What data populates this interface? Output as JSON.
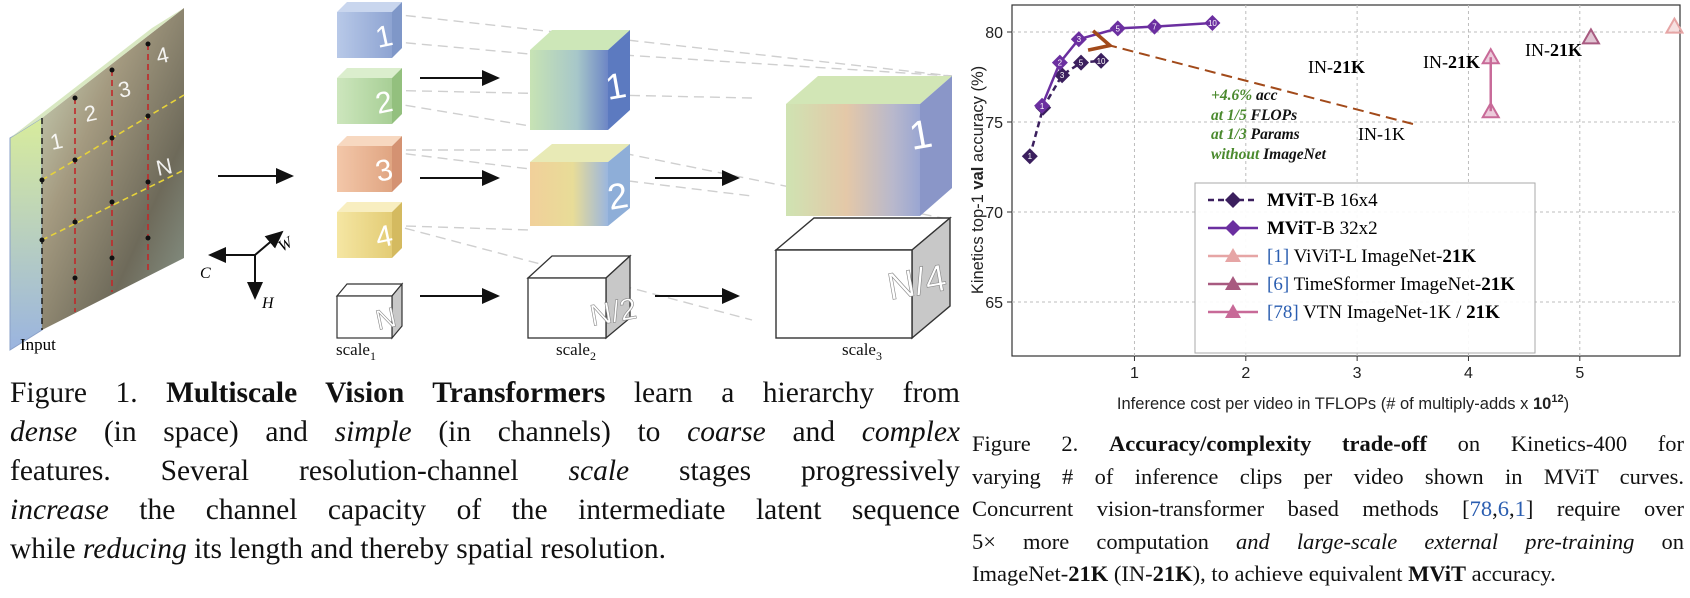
{
  "figure1": {
    "labels": {
      "input": "Input",
      "scale1": "scale",
      "scale2": "scale",
      "scale3": "scale",
      "sub1": "1",
      "sub2": "2",
      "sub3": "3",
      "axis_c": "C",
      "axis_w": "W",
      "axis_h": "H"
    },
    "input_patches": [
      "1",
      "2",
      "3",
      "4",
      "N"
    ],
    "stage1_tokens": [
      "1",
      "2",
      "3",
      "4",
      "N"
    ],
    "stage2_tokens": [
      "1",
      "2",
      "N/2"
    ],
    "stage3_tokens": [
      "1",
      "N/4"
    ],
    "caption": {
      "prefix": "Figure 1. ",
      "bold": "Multiscale Vision Transformers",
      "l1_rest": " learn a hierarchy from",
      "l2_a": "dense",
      "l2_b": " (in space) and ",
      "l2_c": "simple",
      "l2_d": " (in channels) to ",
      "l2_e": "coarse",
      "l2_f": " and ",
      "l2_g": "complex",
      "l3_a": "features.  Several resolution-channel ",
      "l3_b": "scale",
      "l3_c": " stages progressively",
      "l4_a": "increase",
      "l4_b": " the channel capacity of the intermediate latent sequence",
      "l5_a": "while ",
      "l5_b": "reducing",
      "l5_c": " its length and thereby spatial resolution."
    }
  },
  "figure2": {
    "chart_data": {
      "type": "scatter",
      "xlabel_prefix": "Inference cost per video in TFLOPs (# of multiply-adds x ",
      "xlabel_bold": "10",
      "xlabel_sup": "12",
      "xlabel_suffix": ")",
      "ylabel_a": "Kinetics top-1 ",
      "ylabel_b": "val",
      "ylabel_c": " accuracy (%)",
      "xlim": [
        -0.1,
        5.9
      ],
      "ylim": [
        62,
        81.5
      ],
      "xticks": [
        "1",
        "2",
        "3",
        "4",
        "5"
      ],
      "yticks": [
        "65",
        "70",
        "75",
        "80"
      ],
      "grid": true,
      "series": [
        {
          "name": "MViT-B 16x4",
          "color": "#3b1f5e",
          "dashed": true,
          "x": [
            0.06,
            0.18,
            0.35,
            0.52,
            0.7
          ],
          "y": [
            73.1,
            75.8,
            77.6,
            78.3,
            78.4
          ],
          "point_labels": [
            "1",
            "2",
            "3",
            "5",
            "10"
          ]
        },
        {
          "name": "MViT-B 32x2",
          "color": "#6b2fa0",
          "dashed": false,
          "x": [
            0.17,
            0.33,
            0.5,
            0.85,
            1.18,
            1.7
          ],
          "y": [
            75.9,
            78.3,
            79.6,
            80.2,
            80.3,
            80.5
          ],
          "point_labels": [
            "1",
            "2",
            "3",
            "5",
            "7",
            "10"
          ]
        },
        {
          "name": "[1] ViViT-L ImageNet-21K",
          "color": "#e6a5a5",
          "x": [
            5.85
          ],
          "y": [
            80.3
          ]
        },
        {
          "name": "[6] TimeSformer ImageNet-21K",
          "color": "#a85a80",
          "x": [
            5.1
          ],
          "y": [
            79.7
          ]
        },
        {
          "name": "[78] VTN ImageNet-1K / 21K",
          "color": "#c86a98",
          "x": [
            4.2,
            4.2
          ],
          "y": [
            75.6,
            78.6
          ]
        }
      ],
      "legend": [
        {
          "ref": "",
          "pre": "",
          "bold": "MViT",
          "post": "-B 16x4",
          "bold2": ""
        },
        {
          "ref": "",
          "pre": "",
          "bold": "MViT",
          "post": "-B 32x2",
          "bold2": ""
        },
        {
          "ref": "[1]",
          "pre": " ViViT-L ImageNet-",
          "bold": "",
          "post": "",
          "bold2": "21K"
        },
        {
          "ref": "[6]",
          "pre": " TimeSformer ImageNet-",
          "bold": "",
          "post": "",
          "bold2": "21K"
        },
        {
          "ref": "[78]",
          "pre": " VTN ImageNet-1K / ",
          "bold": "",
          "post": "",
          "bold2": "21K"
        }
      ],
      "legend_placement": "lower-right",
      "annotations": {
        "in21k_a": "IN-",
        "in21k_b": "21K",
        "in1k": "IN-1K",
        "note1_a": "+4.6% ",
        "note1_b": "acc",
        "note2_a": "at 1/5 ",
        "note2_b": "FLOPs",
        "note3_a": "at 1/3 ",
        "note3_b": "Params",
        "note4_a": "without ",
        "note4_b": "ImageNet"
      }
    },
    "caption": {
      "prefix": "Figure 2. ",
      "bold": "Accuracy/complexity trade-off",
      "l1_rest": " on Kinetics-400 for",
      "l2": "varying # of inference clips per video shown in MViT curves.",
      "l3_a": "Concurrent vision-transformer based methods [",
      "l3_r1": "78",
      "l3_c1": ",",
      "l3_r2": "6",
      "l3_c2": ",",
      "l3_r3": "1",
      "l3_b": "] require over",
      "l4_a": "5× more computation ",
      "l4_b": "and large-scale external pre-training",
      "l4_c": " on",
      "l5_a": "ImageNet-",
      "l5_b": "21K",
      "l5_c": " (IN-",
      "l5_d": "21K",
      "l5_e": "), to achieve equivalent ",
      "l5_f": "MViT",
      "l5_g": " accuracy."
    }
  }
}
